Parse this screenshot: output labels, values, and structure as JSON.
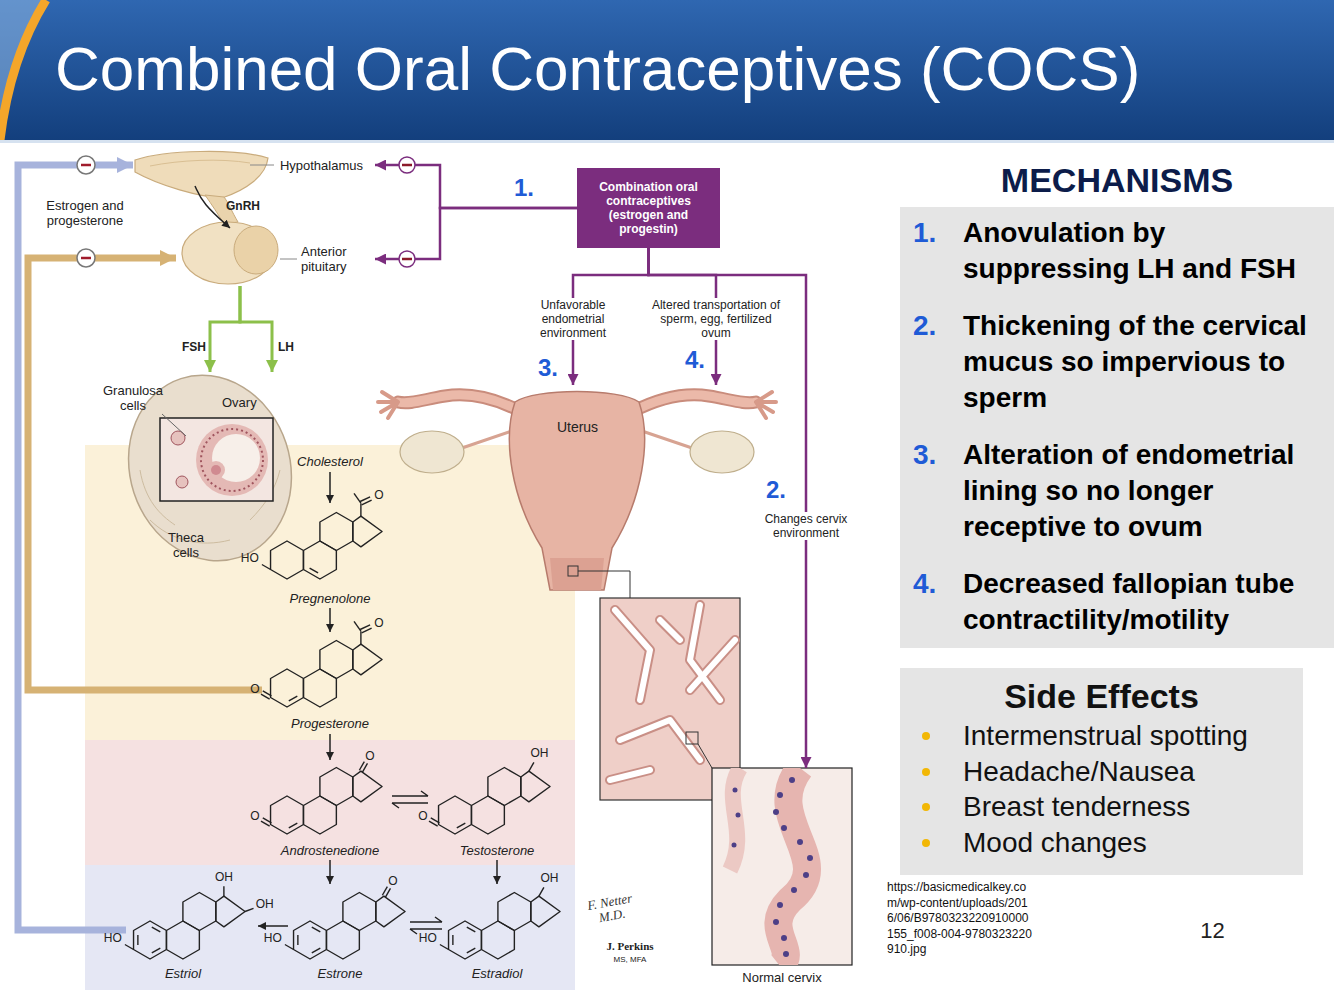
{
  "diagram": {
    "title": "Combined Oral Contraceptives (COCS)",
    "nodes": [
      {
        "text": [
          "Hypothalamus"
        ]
      },
      {
        "text": [
          "Anterior pituitary"
        ]
      },
      {
        "text": [
          "Combination oral contraceptives (estrogen and progestin)"
        ]
      },
      {
        "text": [
          "MECHANISMS",
          "1.",
          "Anovulation by suppressing LH and FSH",
          "2.",
          "Thickening of the cervical mucus so impervious to sperm",
          "3.",
          "Alteration of endometrial lining so no longer receptive to ovum",
          "4.",
          "Decreased fallopian tube contractility/motility"
        ]
      },
      {
        "text": [
          "Ovary",
          "Theca cells"
        ]
      },
      {
        "text": [
          "Uterus"
        ]
      },
      {
        "text": [
          "Normal cervix"
        ]
      },
      {
        "text": [
          "Side Effects",
          "Intermenstrual spotting",
          "Headache/Nausea",
          "Breast tenderness",
          "Mood changes"
        ]
      }
    ],
    "edges": [
      {
        "from": 2,
        "to": 0,
        "arrow": "to"
      },
      {
        "from": 2,
        "to": 1,
        "arrow": "to"
      },
      {
        "from": 0,
        "to": 1,
        "label": "GnRH",
        "arrow": "to"
      },
      {
        "from": 1,
        "to": 4,
        "label": "FSH",
        "arrow": "to"
      },
      {
        "from": 1,
        "to": 4,
        "label": "LH",
        "arrow": "to"
      },
      {
        "from": 2,
        "to": 5,
        "label": "Unfavorable endometrial environment",
        "arrow": "to"
      },
      {
        "from": 2,
        "to": 5,
        "label": "Altered transportation of sperm, egg, fertilized ovum",
        "arrow": "to"
      },
      {
        "from": 2,
        "to": 6,
        "label": "Changes cervix environment",
        "arrow": "to"
      }
    ],
    "labels": [
      "1.",
      "3.",
      "4.",
      "2.",
      "Estrogen and progesterone",
      "Granulosa cells",
      "Cholesterol",
      "HO",
      "O",
      "Pregnenolone",
      "O",
      "O",
      "Progesterone",
      "O",
      "O",
      "Androstenedione",
      "OH",
      "O",
      "Testosterone",
      "OH",
      "OH",
      "HO",
      "Estriol",
      "O",
      "HO",
      "Estrone",
      "OH",
      "HO",
      "Estradiol",
      "F. Netter M.D.",
      "J. Perkins",
      "MS, MFA",
      "https://basicmedicalkey.com/wp-content/uploads/2016/06/B9780323220910000155_f008-004-9780323220910.jpg",
      "12"
    ]
  }
}
